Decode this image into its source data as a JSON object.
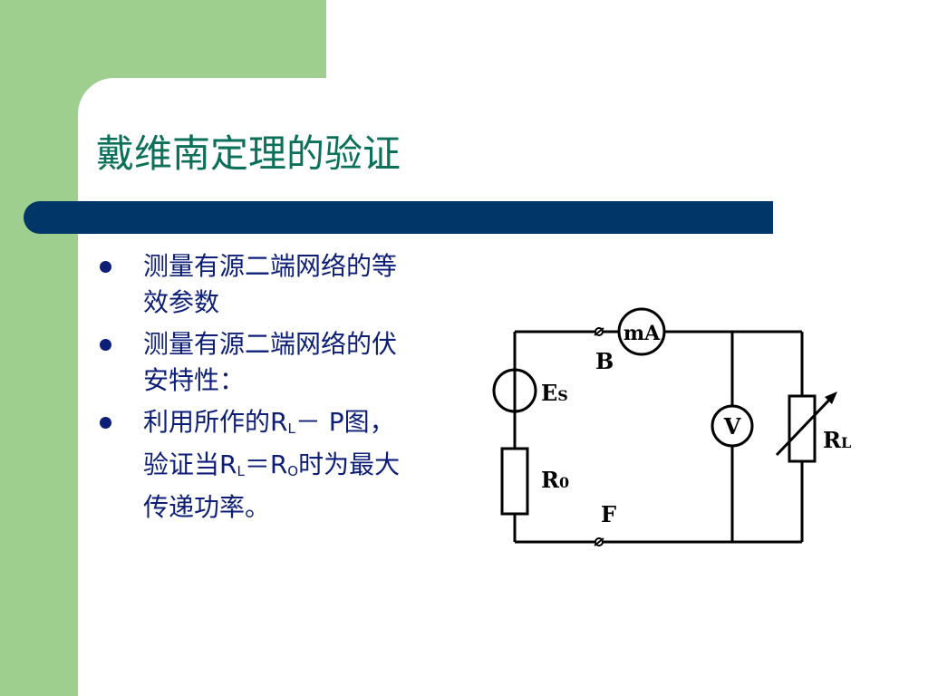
{
  "slide": {
    "title": "戴维南定理的验证",
    "bullets": [
      {
        "lines": [
          [
            "测量有源二端网络的等"
          ],
          [
            "效参数"
          ]
        ]
      },
      {
        "lines": [
          [
            "测量有源二端网络的伏"
          ],
          [
            "安特性："
          ]
        ]
      },
      {
        "lines": [
          [
            "利用所作的R",
            {
              "sub": "L"
            },
            "－ P图，"
          ],
          [
            "验证当R",
            {
              "sub": "L"
            },
            "＝R",
            {
              "sub": "O"
            },
            "时为最大"
          ],
          [
            "传递功率。"
          ]
        ]
      }
    ]
  },
  "circuit": {
    "labels": {
      "ma": "mA",
      "v": "V",
      "node_b": "B",
      "node_f": "F",
      "es": "E",
      "es_sub": "S",
      "r0": "R",
      "r0_sub": "0",
      "rl": "R",
      "rl_sub": "L"
    },
    "colors": {
      "wire": "#000000"
    }
  },
  "theme": {
    "green": "#9fcf8e",
    "title_color": "#0c6f5a",
    "bar_color": "#003768",
    "text_color": "#0c1e77"
  }
}
